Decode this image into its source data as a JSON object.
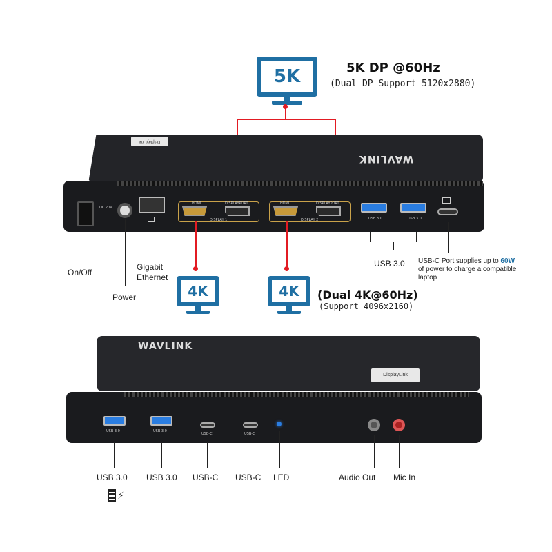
{
  "top_monitor": {
    "label": "5K",
    "title": "5K DP @60Hz",
    "subtitle": "(Dual DP Support 5120x2880)"
  },
  "left_monitor": {
    "label": "4K"
  },
  "right_monitor": {
    "label": "4K",
    "title": "(Dual 4K@60Hz)",
    "subtitle": "(Support 4096x2160)"
  },
  "back_panel": {
    "brand": "WAVLINK",
    "badge": "DisplayLink",
    "power_rating": "DC 20V",
    "port_labels": {
      "hdmi": "HDMI",
      "displayport": "DISPLAYPORT",
      "display1": "DISPLAY 1",
      "display2": "DISPLAY 2",
      "usb": "USB 3.0"
    },
    "callouts": {
      "on_off": "On/Off",
      "power": "Power",
      "ethernet": "Gigabit\nEthernet",
      "usb30": "USB 3.0",
      "usbc_note_pre": "USB-C Port supplies up to",
      "usbc_note_bold": "60W",
      "usbc_note_post": "of power to charge a compatible laptop"
    }
  },
  "front_panel": {
    "brand": "WAVLINK",
    "badge": "DisplayLink",
    "port_labels": {
      "usb": "USB 3.0",
      "usbc": "USB-C"
    },
    "callouts": [
      "USB 3.0",
      "USB 3.0",
      "USB-C",
      "USB-C",
      "LED",
      "Audio Out",
      "Mic In"
    ]
  },
  "colors": {
    "accent_blue": "#1f6fa3",
    "line_red": "#e21b23",
    "device_black": "#1b1c1f"
  }
}
